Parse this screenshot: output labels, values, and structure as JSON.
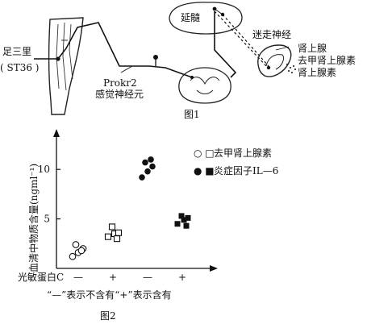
{
  "figure1": {
    "caption": "图1",
    "acupoint_label": "足三里",
    "acupoint_code": "( ST36 )",
    "neuron_gene": "Prokr2",
    "neuron_desc": "感觉神经元",
    "medulla": "延髓",
    "vagus": "迷走神经",
    "adrenal_labels": [
      "肾上腺",
      "去甲肾上腺素",
      "肾上腺素"
    ]
  },
  "figure2": {
    "caption": "图2",
    "ylabel": "血清中物质含量(ngml⁻¹)",
    "legend": [
      {
        "symbols": "○ □",
        "label": "去甲肾上腺素"
      },
      {
        "symbols": "● ■",
        "label": "炎症因子IL—6"
      }
    ],
    "x_row_label": "光敏蛋白C",
    "x_signs": [
      "—",
      "+",
      "—",
      "+"
    ],
    "note": "“—”表示不含有“+”表示含有"
  },
  "chart_data": {
    "type": "scatter",
    "ylabel": "血清中物质含量(ngml⁻¹)",
    "yticks": [
      5,
      10
    ],
    "ylim": [
      0,
      13.6
    ],
    "categories": [
      "—",
      "+",
      "—",
      "+"
    ],
    "series": [
      {
        "name": "去甲肾上腺素",
        "marker": "open",
        "points": [
          {
            "c": 0,
            "y": 1.2
          },
          {
            "c": 0,
            "y": 1.6
          },
          {
            "c": 0,
            "y": 2.0
          },
          {
            "c": 0,
            "y": 2.4
          },
          {
            "c": 0,
            "y": 1.8
          },
          {
            "c": 1,
            "y": 3.2
          },
          {
            "c": 1,
            "y": 3.5
          },
          {
            "c": 1,
            "y": 3.6
          },
          {
            "c": 1,
            "y": 4.2
          },
          {
            "c": 1,
            "y": 3.0
          }
        ]
      },
      {
        "name": "炎症因子IL—6",
        "marker": "filled",
        "points": [
          {
            "c": 2,
            "y": 9.2
          },
          {
            "c": 2,
            "y": 9.8
          },
          {
            "c": 2,
            "y": 10.3
          },
          {
            "c": 2,
            "y": 10.7
          },
          {
            "c": 2,
            "y": 11.0
          },
          {
            "c": 3,
            "y": 4.5
          },
          {
            "c": 3,
            "y": 4.9
          },
          {
            "c": 3,
            "y": 5.1
          },
          {
            "c": 3,
            "y": 5.3
          },
          {
            "c": 3,
            "y": 4.3
          }
        ]
      }
    ]
  }
}
